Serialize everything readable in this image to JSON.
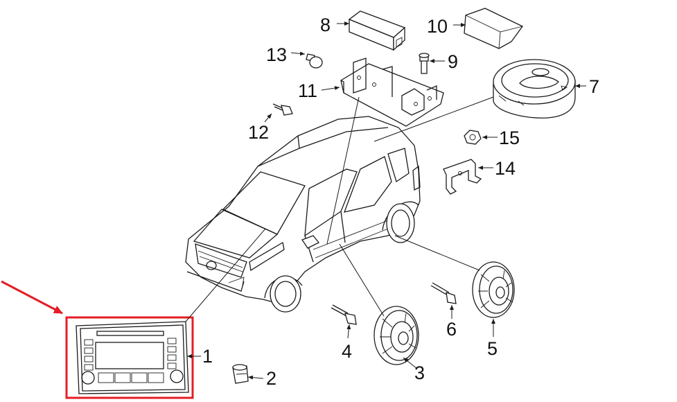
{
  "diagram": {
    "callouts": [
      {
        "id": "1",
        "label": "1"
      },
      {
        "id": "2",
        "label": "2"
      },
      {
        "id": "3",
        "label": "3"
      },
      {
        "id": "4",
        "label": "4"
      },
      {
        "id": "5",
        "label": "5"
      },
      {
        "id": "6",
        "label": "6"
      },
      {
        "id": "7",
        "label": "7"
      },
      {
        "id": "8",
        "label": "8"
      },
      {
        "id": "9",
        "label": "9"
      },
      {
        "id": "10",
        "label": "10"
      },
      {
        "id": "11",
        "label": "11"
      },
      {
        "id": "12",
        "label": "12"
      },
      {
        "id": "13",
        "label": "13"
      },
      {
        "id": "14",
        "label": "14"
      },
      {
        "id": "15",
        "label": "15"
      }
    ],
    "highlight_color": "#e31e24",
    "line_color": "#1a1a1a"
  }
}
